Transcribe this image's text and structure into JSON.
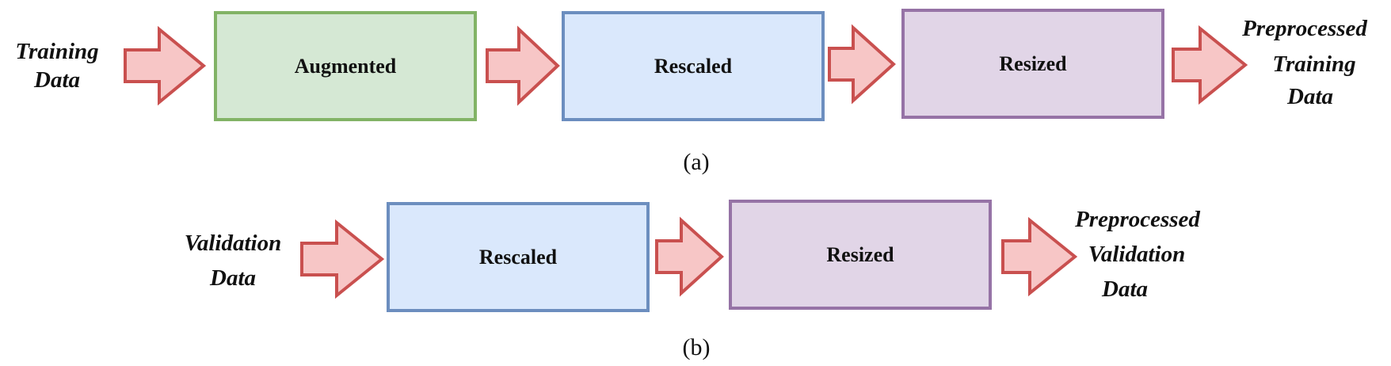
{
  "colors": {
    "arrow_fill": "#f7c6c6",
    "arrow_stroke": "#c9504f",
    "augmented_fill": "#d5e8d4",
    "augmented_stroke": "#82b366",
    "rescaled_fill": "#dae8fc",
    "rescaled_stroke": "#6c8ebf",
    "resized_fill": "#e1d5e7",
    "resized_stroke": "#9673a6"
  },
  "pipeline_a": {
    "input_lines": [
      "Training",
      "Data"
    ],
    "steps": [
      "Augmented",
      "Rescaled",
      "Resized"
    ],
    "output_lines": [
      "Preprocessed",
      "Training",
      "Data"
    ],
    "caption": "(a)"
  },
  "pipeline_b": {
    "input_lines": [
      "Validation",
      "Data"
    ],
    "steps": [
      "Rescaled",
      "Resized"
    ],
    "output_lines": [
      "Preprocessed",
      "Validation",
      "Data"
    ],
    "caption": "(b)"
  }
}
